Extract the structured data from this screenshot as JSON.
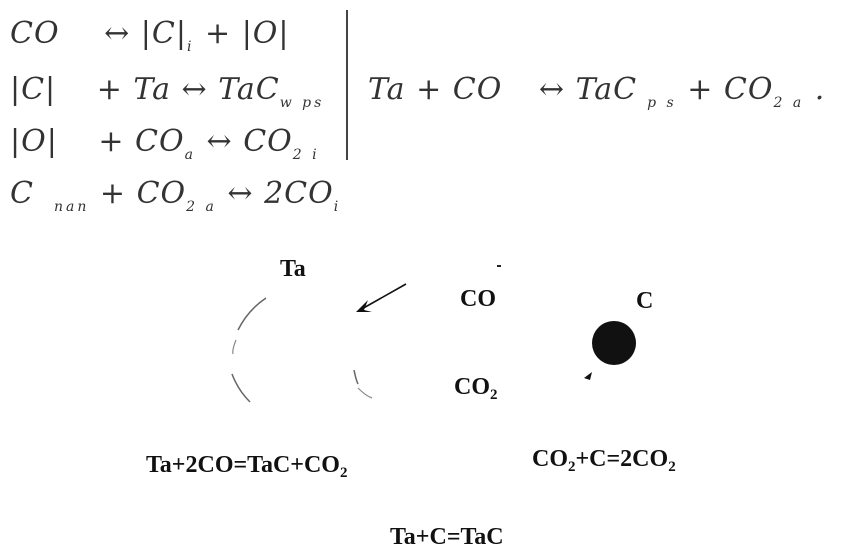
{
  "equations": {
    "row1": {
      "lhs": "CO",
      "lhs_sub": "",
      "rhs1": "|C|",
      "rhs1_sub": "i",
      "plus": "+",
      "rhs2": "|O|"
    },
    "row2": {
      "lhs": "|C|",
      "mid": "+ Ta",
      "rhs": "TaC",
      "rhs_sub": "w ps"
    },
    "row3": {
      "lhs": "|O|",
      "mid": "+ CO",
      "mid_sub": "a",
      "rhs": "CO",
      "rhs_sub": "2 i"
    },
    "row4": {
      "lhs": "C",
      "lhs_sub": "nan",
      "mid": "+ CO",
      "mid_sub": "2 a",
      "rhs": "2CO",
      "rhs_sub": "i"
    },
    "summary": {
      "lhs": "Ta + CO",
      "rhs": "TaC",
      "rhs_sub": "p s",
      "plus": "+ CO",
      "plus_sub": "2 a",
      "end": "."
    },
    "arrow": "↔"
  },
  "diagram": {
    "ta_label": "Ta",
    "co_label": "CO",
    "c_label": "C",
    "co2_label": "CO",
    "co2_sub": "2",
    "carbon_color": "#111111",
    "reaction1": {
      "text": "Ta+2CO=TaC+CO",
      "sub": "2"
    },
    "reaction2": {
      "text": "CO",
      "sub1": "2",
      "mid": "+C=2CO",
      "sub2": "2"
    },
    "reaction3": {
      "text": "Ta+C=TaC"
    }
  }
}
